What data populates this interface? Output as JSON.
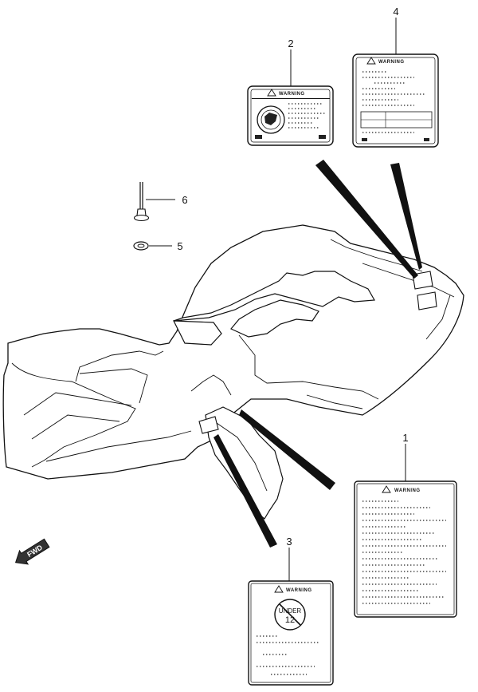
{
  "callouts": {
    "c1": "1",
    "c2": "2",
    "c3": "3",
    "c4": "4",
    "c5": "5",
    "c6": "6"
  },
  "labels": {
    "warning": "WARNING",
    "under": "UNDER",
    "age": "12",
    "fwd": "FWD"
  }
}
